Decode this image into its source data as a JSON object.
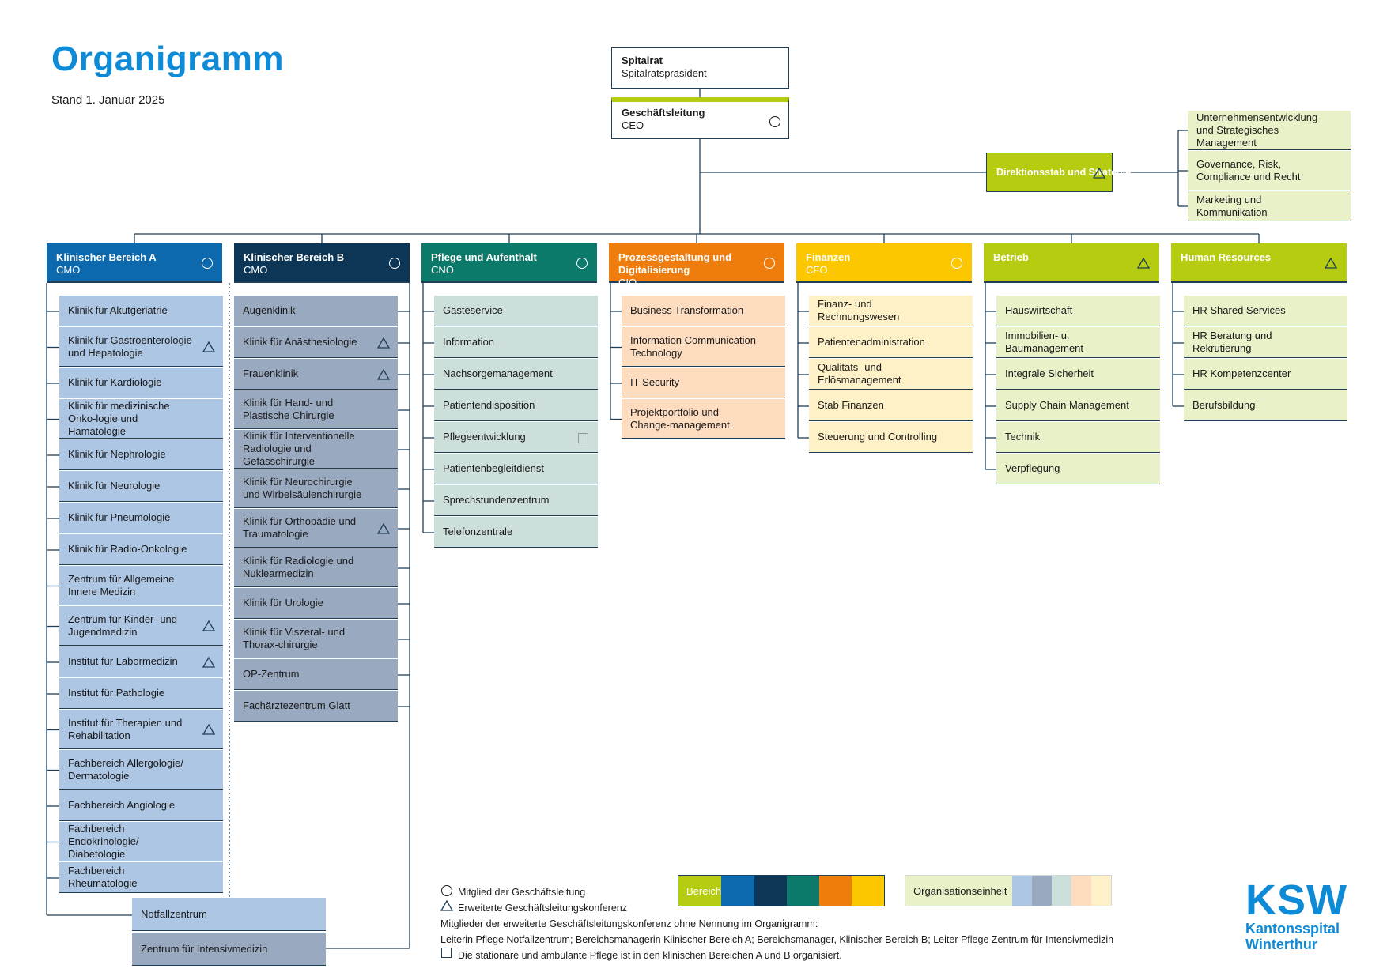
{
  "title": "Organigramm",
  "date": "Stand 1. Januar 2025",
  "colors": {
    "line": "#1e3f57",
    "title": "#0e8ad6",
    "staff": "#b6cc11"
  },
  "top": {
    "council": {
      "title": "Spitalrat",
      "role": "Spitalratspräsident"
    },
    "board": {
      "title": "Geschäftsleitung",
      "role": "CEO",
      "symbol": "circle"
    }
  },
  "staff": {
    "title": "Direktionsstab und Strategie",
    "symbol": "triangle",
    "items": [
      "Unternehmensentwicklung und Strategisches Management",
      "Governance, Risk, Compliance und Recht",
      "Marketing und Kommunikation"
    ]
  },
  "departments": [
    {
      "title": "Klinischer Bereich A",
      "role": "CMO",
      "symbol": "circle",
      "color": "#0c69ad",
      "textColor": "#ffffff",
      "itemColor": "#adc6e4",
      "items": [
        {
          "label": "Klinik für Akutgeriatrie"
        },
        {
          "label": "Klinik für Gastroenterologie und Hepatologie",
          "symbol": "triangle"
        },
        {
          "label": "Klinik für Kardiologie"
        },
        {
          "label": "Klinik für medizinische Onko-logie und Hämatologie"
        },
        {
          "label": "Klinik für Nephrologie"
        },
        {
          "label": "Klinik für Neurologie"
        },
        {
          "label": "Klinik für Pneumologie"
        },
        {
          "label": "Klinik für Radio-Onkologie"
        },
        {
          "label": "Zentrum für Allgemeine Innere Medizin"
        },
        {
          "label": "Zentrum für Kinder- und Jugendmedizin",
          "symbol": "triangle"
        },
        {
          "label": "Institut für Labormedizin",
          "symbol": "triangle"
        },
        {
          "label": "Institut für Pathologie"
        },
        {
          "label": "Institut für Therapien und Rehabilitation",
          "symbol": "triangle"
        },
        {
          "label": "Fachbereich Allergologie/ Dermatologie"
        },
        {
          "label": "Fachbereich Angiologie"
        },
        {
          "label": "Fachbereich Endokrinologie/ Diabetologie"
        },
        {
          "label": "Fachbereich Rheumatologie"
        }
      ]
    },
    {
      "title": "Klinischer Bereich B",
      "role": "CMO",
      "symbol": "circle",
      "color": "#0d3656",
      "textColor": "#ffffff",
      "itemColor": "#99a9c0",
      "items": [
        {
          "label": "Augenklinik"
        },
        {
          "label": "Klinik für Anästhesiologie",
          "symbol": "triangle"
        },
        {
          "label": "Frauenklinik",
          "symbol": "triangle"
        },
        {
          "label": "Klinik für Hand- und Plastische Chirurgie"
        },
        {
          "label": "Klinik für Interventionelle Radiologie und Gefässchirurgie"
        },
        {
          "label": "Klinik für Neurochirurgie und Wirbelsäulenchirurgie"
        },
        {
          "label": "Klinik für Orthopädie und Traumatologie",
          "symbol": "triangle"
        },
        {
          "label": "Klinik für Radiologie und Nuklearmedizin"
        },
        {
          "label": "Klinik für Urologie"
        },
        {
          "label": "Klinik für Viszeral- und Thorax-chirurgie"
        },
        {
          "label": "OP-Zentrum"
        },
        {
          "label": "Fachärztezentrum Glatt"
        }
      ]
    },
    {
      "title": "Pflege und Aufenthalt",
      "role": "CNO",
      "symbol": "circle",
      "color": "#0c7a6a",
      "textColor": "#ffffff",
      "itemColor": "#cddfdb",
      "items": [
        {
          "label": "Gästeservice"
        },
        {
          "label": "Information"
        },
        {
          "label": "Nachsorgemanagement"
        },
        {
          "label": "Patientendisposition"
        },
        {
          "label": "Pflegeentwicklung",
          "symbol": "square"
        },
        {
          "label": "Patientenbegleitdienst"
        },
        {
          "label": "Sprechstundenzentrum"
        },
        {
          "label": "Telefonzentrale"
        }
      ]
    },
    {
      "title": "Prozessgestaltung und Digitalisierung",
      "role": "CIO",
      "symbol": "circle",
      "color": "#ef7d0d",
      "textColor": "#ffffff",
      "itemColor": "#fddcc0",
      "items": [
        {
          "label": "Business Transformation"
        },
        {
          "label": "Information Communication Technology"
        },
        {
          "label": "IT-Security"
        },
        {
          "label": "Projektportfolio und Change-management"
        }
      ]
    },
    {
      "title": "Finanzen",
      "role": "CFO",
      "symbol": "circle",
      "color": "#fdc700",
      "textColor": "#ffffff",
      "itemColor": "#fff1c7",
      "items": [
        {
          "label": "Finanz- und Rechnungswesen"
        },
        {
          "label": "Patientenadministration"
        },
        {
          "label": "Qualitäts- und Erlösmanagement"
        },
        {
          "label": "Stab Finanzen"
        },
        {
          "label": "Steuerung und Controlling"
        }
      ]
    },
    {
      "title": "Betrieb",
      "role": "",
      "symbol": "triangle",
      "color": "#b6cc11",
      "textColor": "#ffffff",
      "itemColor": "#e9f1c9",
      "items": [
        {
          "label": "Hauswirtschaft"
        },
        {
          "label": "Immobilien- u. Baumanagement"
        },
        {
          "label": "Integrale Sicherheit"
        },
        {
          "label": "Supply Chain Management"
        },
        {
          "label": "Technik"
        },
        {
          "label": "Verpflegung"
        }
      ]
    },
    {
      "title": "Human Resources",
      "role": "",
      "symbol": "triangle",
      "color": "#b6cc11",
      "textColor": "#ffffff",
      "itemColor": "#e9f1c9",
      "items": [
        {
          "label": "HR Shared Services"
        },
        {
          "label": "HR Beratung und Rekrutierung"
        },
        {
          "label": "HR Kompetenzcenter"
        },
        {
          "label": "Berufsbildung"
        }
      ]
    }
  ],
  "shared": [
    {
      "label": "Notfallzentrum",
      "color": "#adc6e4"
    },
    {
      "label": "Zentrum für Intensivmedizin",
      "color": "#99a9c0"
    }
  ],
  "legend": {
    "circle_text": "Mitglied der Geschäftsleitung",
    "triangle_text": "Erweiterte Geschäftsleitungskonferenz",
    "extended_intro": "Mitglieder der erweiterte Geschäftsleitungskonferenz ohne Nennung im Organigramm:",
    "extended_members": "Leiterin Pflege Notfallzentrum; Bereichsmanagerin Klinischer Bereich A; Bereichsmanager, Klinischer Bereich B; Leiter Pflege Zentrum für Intensivmedizin",
    "square_text": "Die stationäre und ambulante Pflege ist in den klinischen Bereichen A und B organisiert.",
    "bereich_label": "Bereich",
    "bereich_colors": [
      "#b6cc11",
      "#0c69ad",
      "#0d3656",
      "#0c7a6a",
      "#ef7d0d",
      "#fdc700"
    ],
    "unit_label": "Organisationseinheit",
    "unit_colors": [
      "#e9f1c9",
      "#adc6e4",
      "#99a9c0",
      "#cddfdb",
      "#fddcc0",
      "#fff1c7"
    ]
  },
  "logo": {
    "mark": "KSW",
    "line1": "Kantonsspital",
    "line2": "Winterthur"
  }
}
